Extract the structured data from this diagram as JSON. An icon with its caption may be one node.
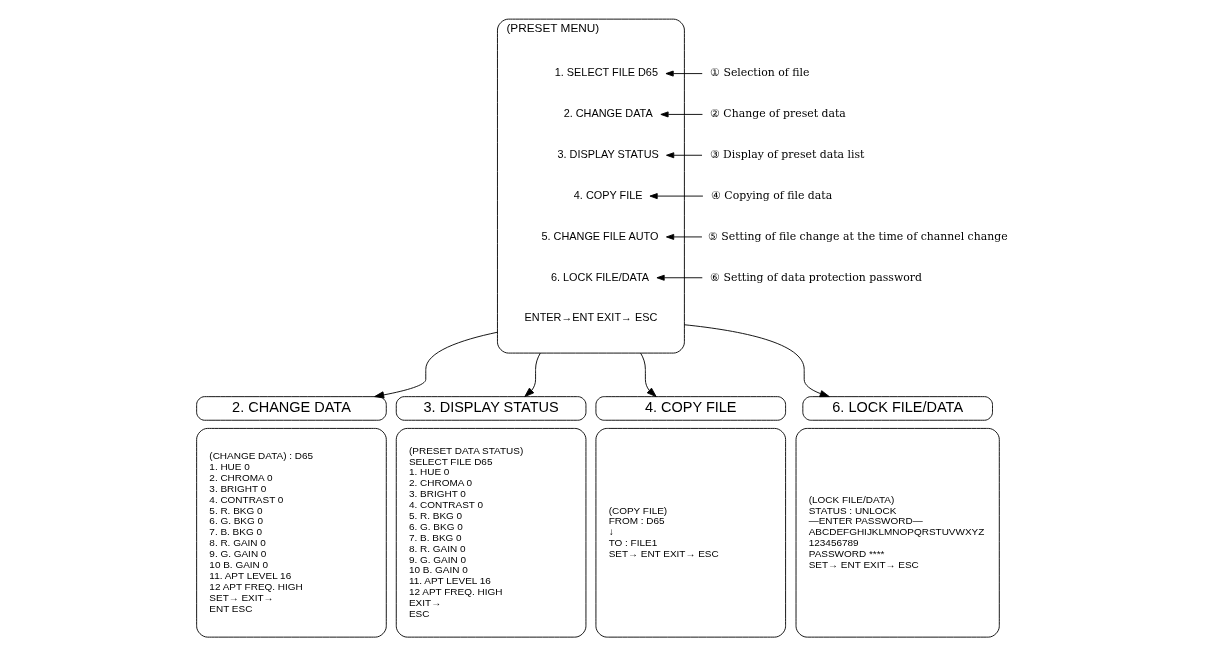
{
  "diagram": {
    "nodes": [
      {
        "text": [
          "(PRESET MENU)",
          "ENTER→ENT EXIT→ ESC"
        ]
      },
      {
        "text": [
          "1. SELECT FILE D65"
        ],
        "in": 0
      },
      {
        "text": [
          "2. CHANGE DATA"
        ],
        "in": 0
      },
      {
        "text": [
          "3. DISPLAY STATUS"
        ],
        "in": 0
      },
      {
        "text": [
          "4. COPY FILE"
        ],
        "in": 0
      },
      {
        "text": [
          "5. CHANGE FILE AUTO"
        ],
        "in": 0
      },
      {
        "text": [
          "6. LOCK FILE/DATA"
        ],
        "in": 0
      },
      {
        "text": [
          "① Selection of file"
        ]
      },
      {
        "text": [
          "② Change of preset data"
        ]
      },
      {
        "text": [
          "③ Display of preset data list"
        ]
      },
      {
        "text": [
          "④ Copying of file data"
        ]
      },
      {
        "text": [
          "⑤ Setting of file change at the time of channel change"
        ]
      },
      {
        "text": [
          "⑥ Setting of data protection password"
        ]
      },
      {
        "text": [
          "2. CHANGE DATA"
        ]
      },
      {
        "text": [
          "3. DISPLAY STATUS"
        ]
      },
      {
        "text": [
          "4. COPY FILE"
        ]
      },
      {
        "text": [
          "6. LOCK FILE/DATA"
        ]
      },
      {
        "text": [
          "(CHANGE DATA) : D65",
          "1. HUE 0",
          "2. CHROMA 0",
          "3. BRIGHT 0",
          "4. CONTRAST 0",
          "5. R. BKG 0",
          "6. G. BKG 0",
          "7. B. BKG 0",
          "8. R. GAIN 0",
          "9. G. GAIN 0",
          "10 B. GAIN 0",
          "11. APT LEVEL 16",
          "12 APT FREQ. HIGH",
          "SET→ EXIT→",
          "ENT ESC"
        ]
      },
      {
        "text": [
          "(PRESET DATA STATUS)",
          "SELECT FILE D65",
          "1. HUE 0",
          "2. CHROMA 0",
          "3. BRIGHT 0",
          "4. CONTRAST 0",
          "5. R. BKG 0",
          "6. G. BKG 0",
          "7. B. BKG 0",
          "8. R. GAIN 0",
          "9. G. GAIN 0",
          "10 B. GAIN 0",
          "11. APT LEVEL 16",
          "12 APT FREQ. HIGH",
          "EXIT→",
          "ESC"
        ]
      },
      {
        "text": [
          "(COPY FILE)",
          "FROM : D65",
          "↓",
          "TO : FILE1",
          "SET→ ENT EXIT→ ESC"
        ]
      },
      {
        "text": [
          "(LOCK FILE/DATA)",
          "STATUS : UNLOCK",
          "—ENTER PASSWORD—",
          "ABCDEFGHIJKLMNOPQRSTUVWXYZ",
          "123456789",
          "PASSWORD ****",
          "SET→ ENT EXIT→ ESC"
        ]
      }
    ],
    "edges": [
      {
        "from": 7,
        "to": 1,
        "arrow": "to"
      },
      {
        "from": 8,
        "to": 2,
        "arrow": "to"
      },
      {
        "from": 9,
        "to": 3,
        "arrow": "to"
      },
      {
        "from": 10,
        "to": 4,
        "arrow": "to"
      },
      {
        "from": 11,
        "to": 5,
        "arrow": "to"
      },
      {
        "from": 12,
        "to": 6,
        "arrow": "to"
      },
      {
        "from": 0,
        "to": 13,
        "arrow": "to"
      },
      {
        "from": 0,
        "to": 14,
        "arrow": "to"
      },
      {
        "from": 0,
        "to": 15,
        "arrow": "to"
      },
      {
        "from": 0,
        "to": 16,
        "arrow": "to"
      }
    ]
  }
}
